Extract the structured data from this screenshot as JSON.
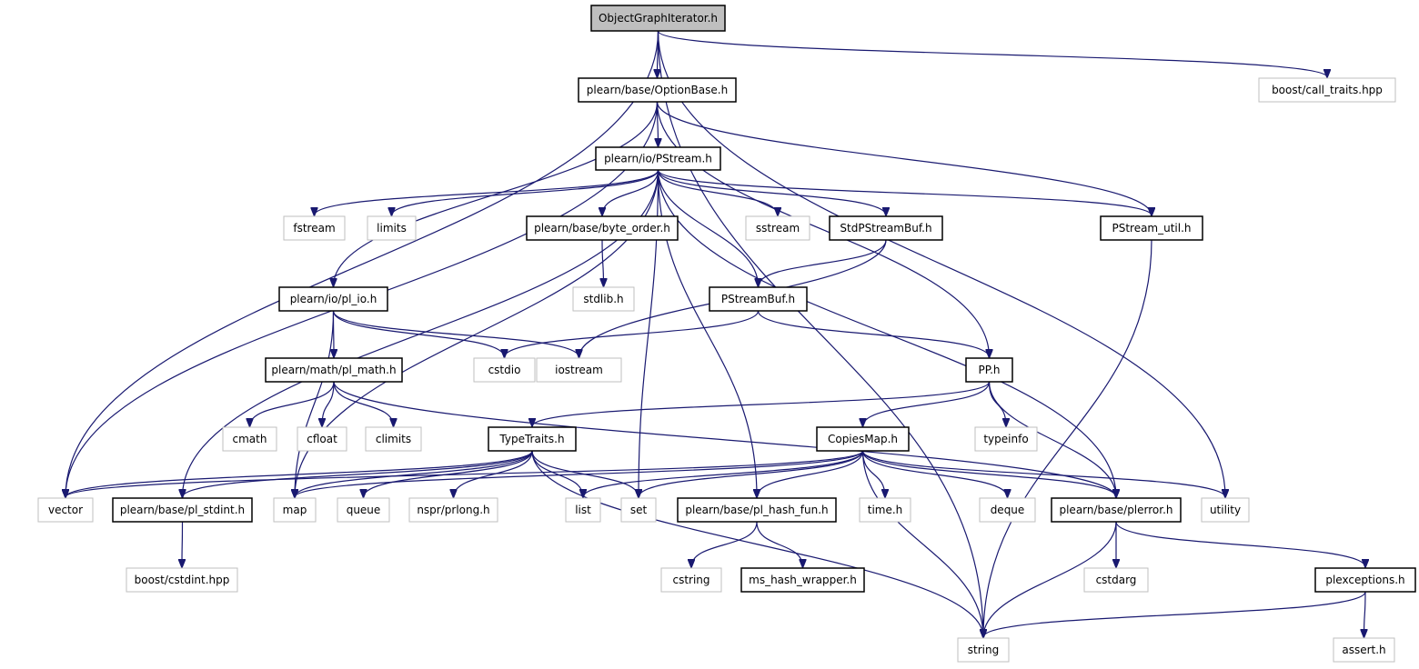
{
  "graph": {
    "nodes": [
      {
        "id": "ogi",
        "label": "ObjectGraphIterator.h",
        "kind": "root"
      },
      {
        "id": "optionbase",
        "label": "plearn/base/OptionBase.h",
        "kind": "internal"
      },
      {
        "id": "callTraits",
        "label": "boost/call_traits.hpp",
        "kind": "external"
      },
      {
        "id": "pstream",
        "label": "plearn/io/PStream.h",
        "kind": "internal"
      },
      {
        "id": "fstream",
        "label": "fstream",
        "kind": "external"
      },
      {
        "id": "limits",
        "label": "limits",
        "kind": "external"
      },
      {
        "id": "byteorder",
        "label": "plearn/base/byte_order.h",
        "kind": "internal"
      },
      {
        "id": "sstream",
        "label": "sstream",
        "kind": "external"
      },
      {
        "id": "stdpsb",
        "label": "StdPStreamBuf.h",
        "kind": "internal"
      },
      {
        "id": "pstreamutil",
        "label": "PStream_util.h",
        "kind": "internal"
      },
      {
        "id": "plio",
        "label": "plearn/io/pl_io.h",
        "kind": "internal"
      },
      {
        "id": "stdlib",
        "label": "stdlib.h",
        "kind": "external"
      },
      {
        "id": "psbuf",
        "label": "PStreamBuf.h",
        "kind": "internal"
      },
      {
        "id": "plmath",
        "label": "plearn/math/pl_math.h",
        "kind": "internal"
      },
      {
        "id": "cstdio",
        "label": "cstdio",
        "kind": "external"
      },
      {
        "id": "iostream",
        "label": "iostream",
        "kind": "external"
      },
      {
        "id": "pp",
        "label": "PP.h",
        "kind": "internal"
      },
      {
        "id": "cmath",
        "label": "cmath",
        "kind": "external"
      },
      {
        "id": "cfloat",
        "label": "cfloat",
        "kind": "external"
      },
      {
        "id": "climits",
        "label": "climits",
        "kind": "external"
      },
      {
        "id": "typetraits",
        "label": "TypeTraits.h",
        "kind": "internal"
      },
      {
        "id": "copiesmap",
        "label": "CopiesMap.h",
        "kind": "internal"
      },
      {
        "id": "typeinfo",
        "label": "typeinfo",
        "kind": "external"
      },
      {
        "id": "vector",
        "label": "vector",
        "kind": "external"
      },
      {
        "id": "plstdint",
        "label": "plearn/base/pl_stdint.h",
        "kind": "internal"
      },
      {
        "id": "map",
        "label": "map",
        "kind": "external"
      },
      {
        "id": "queue",
        "label": "queue",
        "kind": "external"
      },
      {
        "id": "prlong",
        "label": "nspr/prlong.h",
        "kind": "external"
      },
      {
        "id": "list",
        "label": "list",
        "kind": "external"
      },
      {
        "id": "set",
        "label": "set",
        "kind": "external"
      },
      {
        "id": "plhash",
        "label": "plearn/base/pl_hash_fun.h",
        "kind": "internal"
      },
      {
        "id": "timeh",
        "label": "time.h",
        "kind": "external"
      },
      {
        "id": "deque",
        "label": "deque",
        "kind": "external"
      },
      {
        "id": "plerror",
        "label": "plearn/base/plerror.h",
        "kind": "internal"
      },
      {
        "id": "utility",
        "label": "utility",
        "kind": "external"
      },
      {
        "id": "cstdint",
        "label": "boost/cstdint.hpp",
        "kind": "external"
      },
      {
        "id": "cstring",
        "label": "cstring",
        "kind": "external"
      },
      {
        "id": "mshash",
        "label": "ms_hash_wrapper.h",
        "kind": "internal"
      },
      {
        "id": "cstdarg",
        "label": "cstdarg",
        "kind": "external"
      },
      {
        "id": "plexceptions",
        "label": "plexceptions.h",
        "kind": "internal"
      },
      {
        "id": "string",
        "label": "string",
        "kind": "external"
      },
      {
        "id": "asserth",
        "label": "assert.h",
        "kind": "external"
      }
    ],
    "edges": [
      [
        "ogi",
        "optionbase"
      ],
      [
        "ogi",
        "callTraits"
      ],
      [
        "ogi",
        "vector"
      ],
      [
        "ogi",
        "string"
      ],
      [
        "ogi",
        "utility"
      ],
      [
        "optionbase",
        "pstream"
      ],
      [
        "optionbase",
        "plio"
      ],
      [
        "optionbase",
        "pp"
      ],
      [
        "optionbase",
        "pstreamutil"
      ],
      [
        "optionbase",
        "vector"
      ],
      [
        "pstream",
        "fstream"
      ],
      [
        "pstream",
        "limits"
      ],
      [
        "pstream",
        "byteorder"
      ],
      [
        "pstream",
        "sstream"
      ],
      [
        "pstream",
        "stdpsb"
      ],
      [
        "pstream",
        "pstreamutil"
      ],
      [
        "pstream",
        "psbuf"
      ],
      [
        "pstream",
        "map"
      ],
      [
        "pstream",
        "set"
      ],
      [
        "pstream",
        "plstdint"
      ],
      [
        "pstream",
        "plhash"
      ],
      [
        "pstream",
        "plerror"
      ],
      [
        "byteorder",
        "stdlib"
      ],
      [
        "stdpsb",
        "psbuf"
      ],
      [
        "stdpsb",
        "iostream"
      ],
      [
        "pstreamutil",
        "string"
      ],
      [
        "plio",
        "plmath"
      ],
      [
        "plio",
        "cstdio"
      ],
      [
        "plio",
        "iostream"
      ],
      [
        "plio",
        "map"
      ],
      [
        "psbuf",
        "cstdio"
      ],
      [
        "psbuf",
        "pp"
      ],
      [
        "plmath",
        "cmath"
      ],
      [
        "plmath",
        "cfloat"
      ],
      [
        "plmath",
        "climits"
      ],
      [
        "plmath",
        "plerror"
      ],
      [
        "pp",
        "typetraits"
      ],
      [
        "pp",
        "copiesmap"
      ],
      [
        "pp",
        "typeinfo"
      ],
      [
        "pp",
        "plerror"
      ],
      [
        "typetraits",
        "vector"
      ],
      [
        "typetraits",
        "plstdint"
      ],
      [
        "typetraits",
        "map"
      ],
      [
        "typetraits",
        "queue"
      ],
      [
        "typetraits",
        "prlong"
      ],
      [
        "typetraits",
        "list"
      ],
      [
        "typetraits",
        "set"
      ],
      [
        "typetraits",
        "string"
      ],
      [
        "copiesmap",
        "map"
      ],
      [
        "copiesmap",
        "vector"
      ],
      [
        "copiesmap",
        "list"
      ],
      [
        "copiesmap",
        "set"
      ],
      [
        "copiesmap",
        "plhash"
      ],
      [
        "copiesmap",
        "timeh"
      ],
      [
        "copiesmap",
        "deque"
      ],
      [
        "copiesmap",
        "plerror"
      ],
      [
        "copiesmap",
        "utility"
      ],
      [
        "copiesmap",
        "string"
      ],
      [
        "plstdint",
        "cstdint"
      ],
      [
        "plhash",
        "cstring"
      ],
      [
        "plhash",
        "mshash"
      ],
      [
        "plerror",
        "cstdarg"
      ],
      [
        "plerror",
        "plexceptions"
      ],
      [
        "plerror",
        "string"
      ],
      [
        "plexceptions",
        "asserth"
      ],
      [
        "plexceptions",
        "string"
      ]
    ]
  }
}
